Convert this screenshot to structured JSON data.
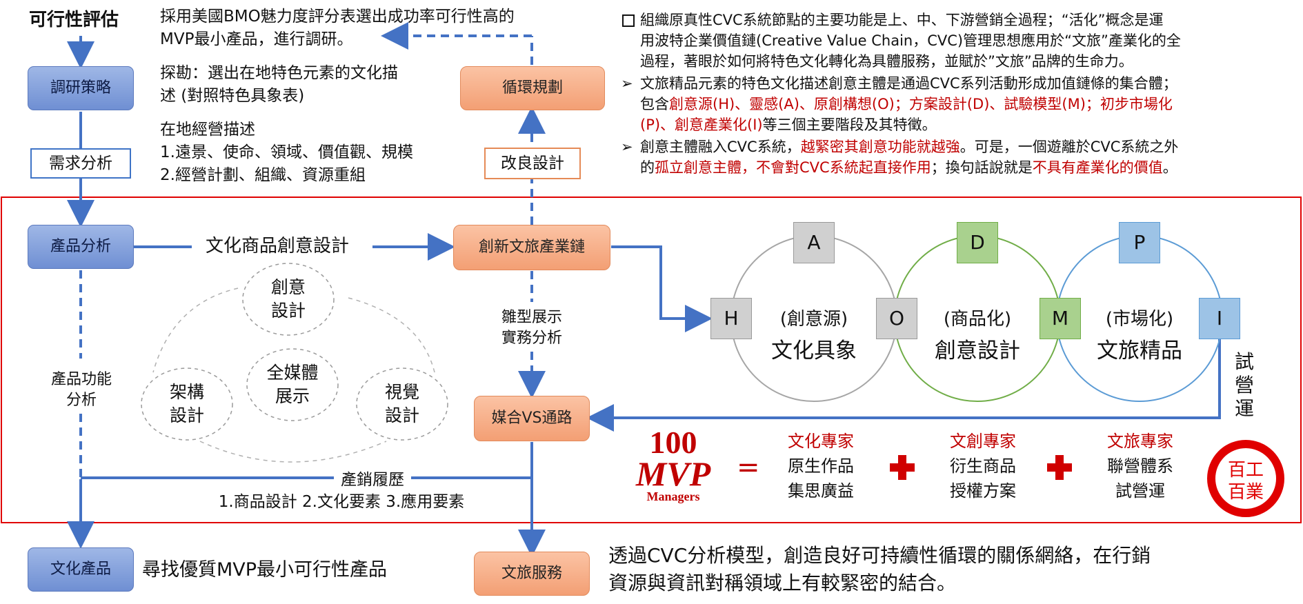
{
  "left": {
    "title": "可行性評估",
    "research": "調研策略",
    "demand": "需求分析",
    "product_analysis": "產品分析",
    "function_analysis_1": "產品功能",
    "function_analysis_2": "分析",
    "cultural_product": "文化產品",
    "find_mvp": "尋找優質MVP最小可行性產品"
  },
  "top_notes": {
    "l1": "採用美國BMO魅力度評分表選出成功率可行性高的",
    "l2": "MVP最小產品，進行調研。",
    "l3": "探勘：選出在地特色元素的文化描",
    "l4": "述 (對照特色具象表)",
    "l5": "在地經營描述",
    "l6": "1.遠景、使命、領域、價值觀、規模",
    "l7": "2.經營計劃、組織、資源重組"
  },
  "mid": {
    "cycle_plan": "循環規劃",
    "improve": "改良設計",
    "innovation_chain": "創新文旅產業鏈",
    "cultural_design": "文化商品創意設計",
    "prototype_1": "雛型展示",
    "prototype_2": "實務分析",
    "media_channel": "媒合VS通路",
    "service": "文旅服務",
    "sales_history": "產銷履歷",
    "sales_items": "1.商品設計  2.文化要素  3.應用要素"
  },
  "bubbles": {
    "creative_1": "創意",
    "creative_2": "設計",
    "arch_1": "架構",
    "arch_2": "設計",
    "media_1": "全媒體",
    "media_2": "展示",
    "visual_1": "視覺",
    "visual_2": "設計"
  },
  "right_text": {
    "p1_l1": "組織原真性CVC系統節點的主要功能是上、中、下游營銷全過程；“活化”概念是運",
    "p1_l2": "用波特企業價值鏈(Creative Value Chain，CVC)管理思想應用於“文旅”產業化的全",
    "p1_l3": "過程，著眼於如何將特色文化轉化為具體服務，並賦於”文旅”品牌的生命力。",
    "p2_l1": "文旅精品元素的特色文化描述創意主體是通過CVC系列活動形成加值鏈條的集合體；",
    "p2_l2_a": "包含",
    "p2_l2_b": "創意源(H)、靈感(A)、原創構想(O)；方案設計(D)、試驗模型(M)；初步市場化",
    "p2_l3_a": "(P)、創意產業化(I)",
    "p2_l3_b": "等三個主要階段及其特徵。",
    "p3_l1_a": "創意主體融入CVC系統，",
    "p3_l1_b": "越緊密其創意功能就越強",
    "p3_l1_c": "。可是，一個遊離於CVC系統之外",
    "p3_l2_a": "的",
    "p3_l2_b": "孤立創意主體，不會對CVC系統起直接作用",
    "p3_l2_c": "；換句話說就是",
    "p3_l2_d": "不具有產業化的價值",
    "p3_l2_e": "。"
  },
  "cvc": {
    "nodes": [
      "H",
      "A",
      "O",
      "D",
      "M",
      "P",
      "I"
    ],
    "c1_sub": "(創意源)",
    "c1_main": "文化具象",
    "c2_sub": "(商品化)",
    "c2_main": "創意設計",
    "c3_sub": "(市場化)",
    "c3_main": "文旅精品",
    "trial": "試營運"
  },
  "mvp": {
    "logo_num": "100",
    "logo_mvp": "MVP",
    "logo_sub": "Managers",
    "equals": "=",
    "g1_title": "文化專家",
    "g1_l1": "原生作品",
    "g1_l2": "集思廣益",
    "g2_title": "文創專家",
    "g2_l1": "衍生商品",
    "g2_l2": "授權方案",
    "g3_title": "文旅專家",
    "g3_l1": "聯營體系",
    "g3_l2": "試營運",
    "badge_1": "百工",
    "badge_2": "百業"
  },
  "bottom": {
    "l1": "透過CVC分析模型，創造良好可持續性循環的關係網絡，在行銷",
    "l2": "資源與資訊對稱領域上有較緊密的結合。"
  },
  "colors": {
    "blue_line": "#4472c4",
    "red_frame": "#e00000",
    "orange": "#f4a57c",
    "accent_red": "#c00000"
  }
}
